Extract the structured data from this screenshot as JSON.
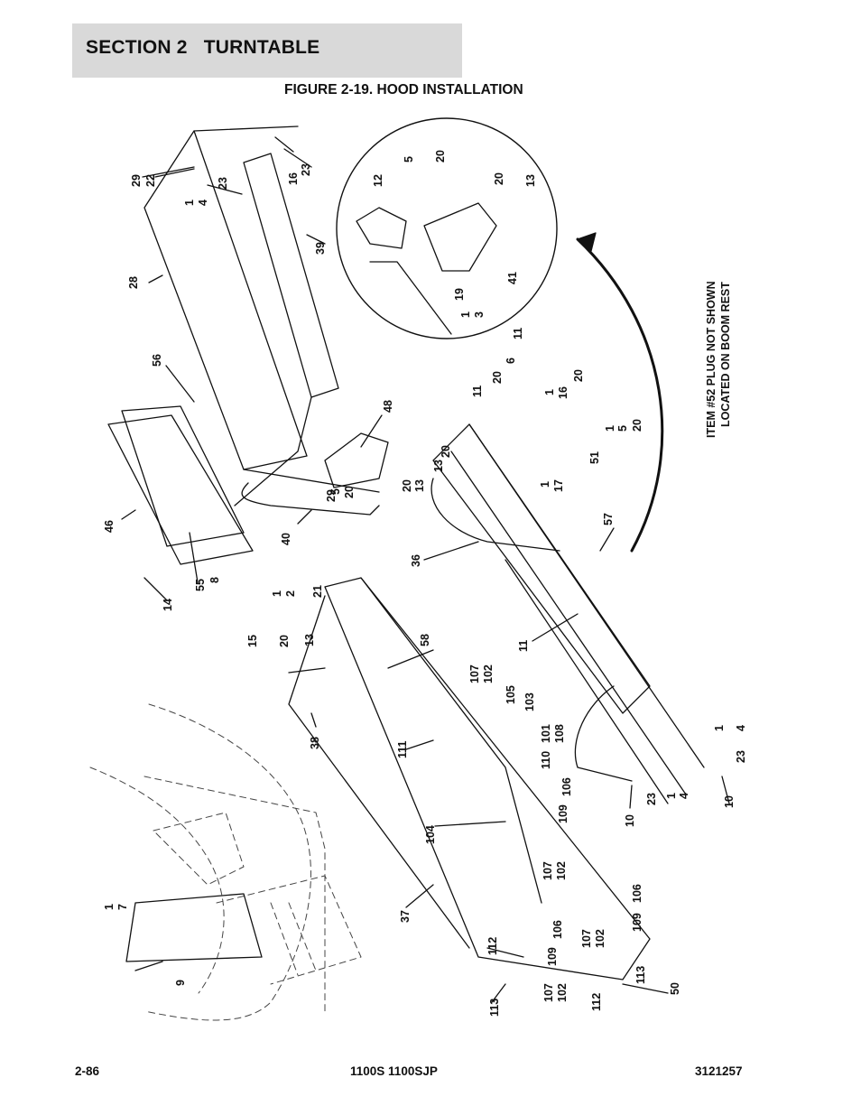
{
  "header": {
    "section_title": "SECTION 2   TURNTABLE",
    "figure_title": "FIGURE 2-19. HOOD INSTALLATION"
  },
  "footer": {
    "page_number": "2-86",
    "models": "1100S 1100SJP",
    "manual_number": "3121257"
  },
  "note": {
    "line1": "ITEM #52 PLUG NOT SHOWN",
    "line2": "LOCATED ON BOOM REST"
  },
  "callouts": {
    "c_29a": "29",
    "c_22": "22",
    "c_1a": "1",
    "c_4a": "4",
    "c_23a": "23",
    "c_16a": "16",
    "c_23b": "23",
    "c_39": "39",
    "c_28": "28",
    "c_12": "12",
    "c_5a": "5",
    "c_20a": "20",
    "c_20b": "20",
    "c_13a": "13",
    "c_41": "41",
    "c_19": "19",
    "c_1b": "1",
    "c_3": "3",
    "c_56": "56",
    "c_48": "48",
    "c_29b": "29",
    "c_5b": "5",
    "c_20c": "20",
    "c_20d": "20",
    "c_13b": "13",
    "c_40": "40",
    "c_46": "46",
    "c_14": "14",
    "c_55": "55",
    "c_8": "8",
    "c_11a": "11",
    "c_6": "6",
    "c_20e": "20",
    "c_11b": "11",
    "c_20f": "20",
    "c_1c": "1",
    "c_16b": "16",
    "c_1d": "1",
    "c_5c": "5",
    "c_20g": "20",
    "c_51": "51",
    "c_20h": "20",
    "c_13c": "13",
    "c_1e": "1",
    "c_17": "17",
    "c_36": "36",
    "c_57": "57",
    "c_1f": "1",
    "c_2": "2",
    "c_21": "21",
    "c_15": "15",
    "c_20i": "20",
    "c_13d": "13",
    "c_58": "58",
    "c_11c": "11",
    "c_107a": "107",
    "c_102a": "102",
    "c_105": "105",
    "c_103": "103",
    "c_101": "101",
    "c_108": "108",
    "c_110": "110",
    "c_106a": "106",
    "c_109a": "109",
    "c_38": "38",
    "c_111": "111",
    "c_104": "104",
    "c_107b": "107",
    "c_102b": "102",
    "c_1g": "1",
    "c_4b": "4",
    "c_23c": "23",
    "c_10a": "10",
    "c_23d": "23",
    "c_1h": "1",
    "c_4c": "4",
    "c_10b": "10",
    "c_1i": "1",
    "c_7": "7",
    "c_9": "9",
    "c_37": "37",
    "c_112a": "112",
    "c_106b": "106",
    "c_109b": "109",
    "c_107c": "107",
    "c_102c": "102",
    "c_109c": "109",
    "c_106c": "106",
    "c_107d": "107",
    "c_102d": "102",
    "c_113a": "113",
    "c_112b": "112",
    "c_113b": "113",
    "c_50": "50"
  }
}
